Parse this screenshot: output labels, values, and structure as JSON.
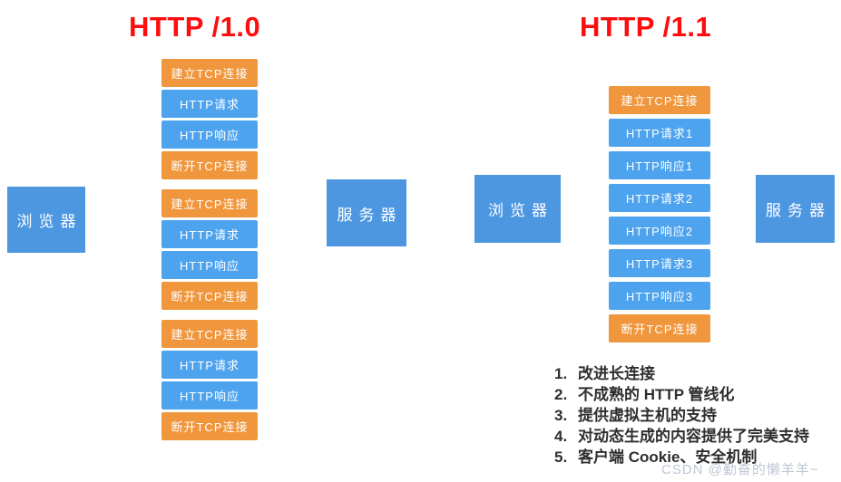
{
  "colors": {
    "title_red": "#fd0d0d",
    "step_orange": "#f0963c",
    "step_blue": "#4da3ee",
    "entity_blue": "#4d97e1",
    "notes_text": "#2e2e2e",
    "watermark_gray": "#bfc7d4"
  },
  "http10": {
    "title": "HTTP /1.0",
    "browser": "浏览器",
    "server": "服务器",
    "groups": [
      [
        "建立TCP连接",
        "HTTP请求",
        "HTTP响应",
        "断开TCP连接"
      ],
      [
        "建立TCP连接",
        "HTTP请求",
        "HTTP响应",
        "断开TCP连接"
      ],
      [
        "建立TCP连接",
        "HTTP请求",
        "HTTP响应",
        "断开TCP连接"
      ]
    ]
  },
  "http11": {
    "title": "HTTP /1.1",
    "browser": "浏览器",
    "server": "服务器",
    "steps": [
      "建立TCP连接",
      "HTTP请求1",
      "HTTP响应1",
      "HTTP请求2",
      "HTTP响应2",
      "HTTP请求3",
      "HTTP响应3",
      "断开TCP连接"
    ]
  },
  "notes": {
    "items": [
      {
        "num": "1.",
        "text": "改进长连接"
      },
      {
        "num": "2.",
        "text": "不成熟的 HTTP 管线化"
      },
      {
        "num": "3.",
        "text": "提供虚拟主机的支持"
      },
      {
        "num": "4.",
        "text": "对动态生成的内容提供了完美支持"
      },
      {
        "num": "5.",
        "text": "客户端 Cookie、安全机制"
      }
    ]
  },
  "watermark": {
    "text": "CSDN @勤奋的懒羊羊~"
  }
}
